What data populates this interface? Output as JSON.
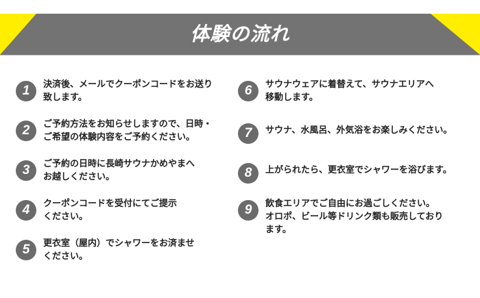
{
  "title": "体験の流れ",
  "colors": {
    "banner": "#737373",
    "accent": "#ffee00",
    "badge": "#6b6b6b"
  },
  "steps": [
    {
      "num": "1",
      "text": "決済後、メールでクーポンコードをお送り\n致します。"
    },
    {
      "num": "2",
      "text": "ご予約方法をお知らせしますので、日時・\nご希望の体験内容をご予約ください。"
    },
    {
      "num": "3",
      "text": "ご予約の日時に長崎サウナかめやまへ\nお越しください。"
    },
    {
      "num": "4",
      "text": "クーポンコードを受付にてご提示\nください。"
    },
    {
      "num": "5",
      "text": "更衣室（屋内）でシャワーをお済ませ\nください。"
    },
    {
      "num": "6",
      "text": "サウナウェアに着替えて、サウナエリアへ\n移動します。"
    },
    {
      "num": "7",
      "text": "サウナ、水風呂、外気浴をお楽しみください。"
    },
    {
      "num": "8",
      "text": "上がられたら、更衣室でシャワーを浴びます。"
    },
    {
      "num": "9",
      "text": "飲食エリアでご自由にお過ごしください。\nオロポ、ビール等ドリンク類も販売しており\nます。"
    }
  ]
}
